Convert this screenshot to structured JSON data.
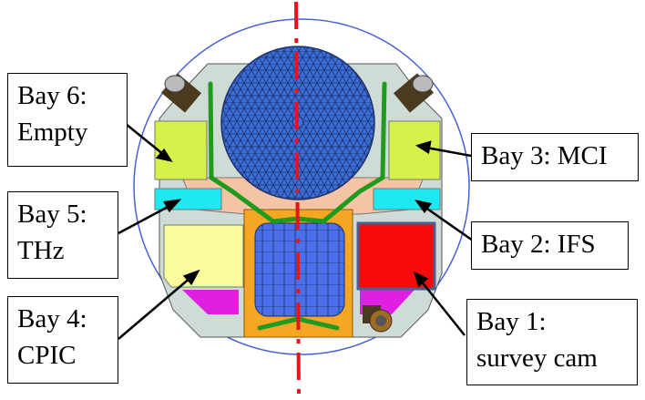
{
  "title": "Instrument bay layout",
  "labels": {
    "bay6": [
      "Bay 6:",
      "Empty"
    ],
    "bay5": [
      "Bay 5:",
      "THz"
    ],
    "bay4": [
      "Bay 4:",
      "CPIC"
    ],
    "bay3": "Bay 3: MCI",
    "bay2": "Bay 2: IFS",
    "bay1": [
      "Bay 1:",
      "survey cam"
    ]
  },
  "colors": {
    "envelope": "#4a5fd6",
    "centerline": "#e8141c",
    "mirror": "#3a6fd8",
    "bay6": "#d8f04a",
    "bay3": "#d8f04a",
    "bay5": "#1ee8f0",
    "bay2": "#1ee8f0",
    "bay4": "#fbfb9e",
    "bay1": "#f70a0a",
    "frame": "#f5a623",
    "struts": "#1f9a1f"
  }
}
